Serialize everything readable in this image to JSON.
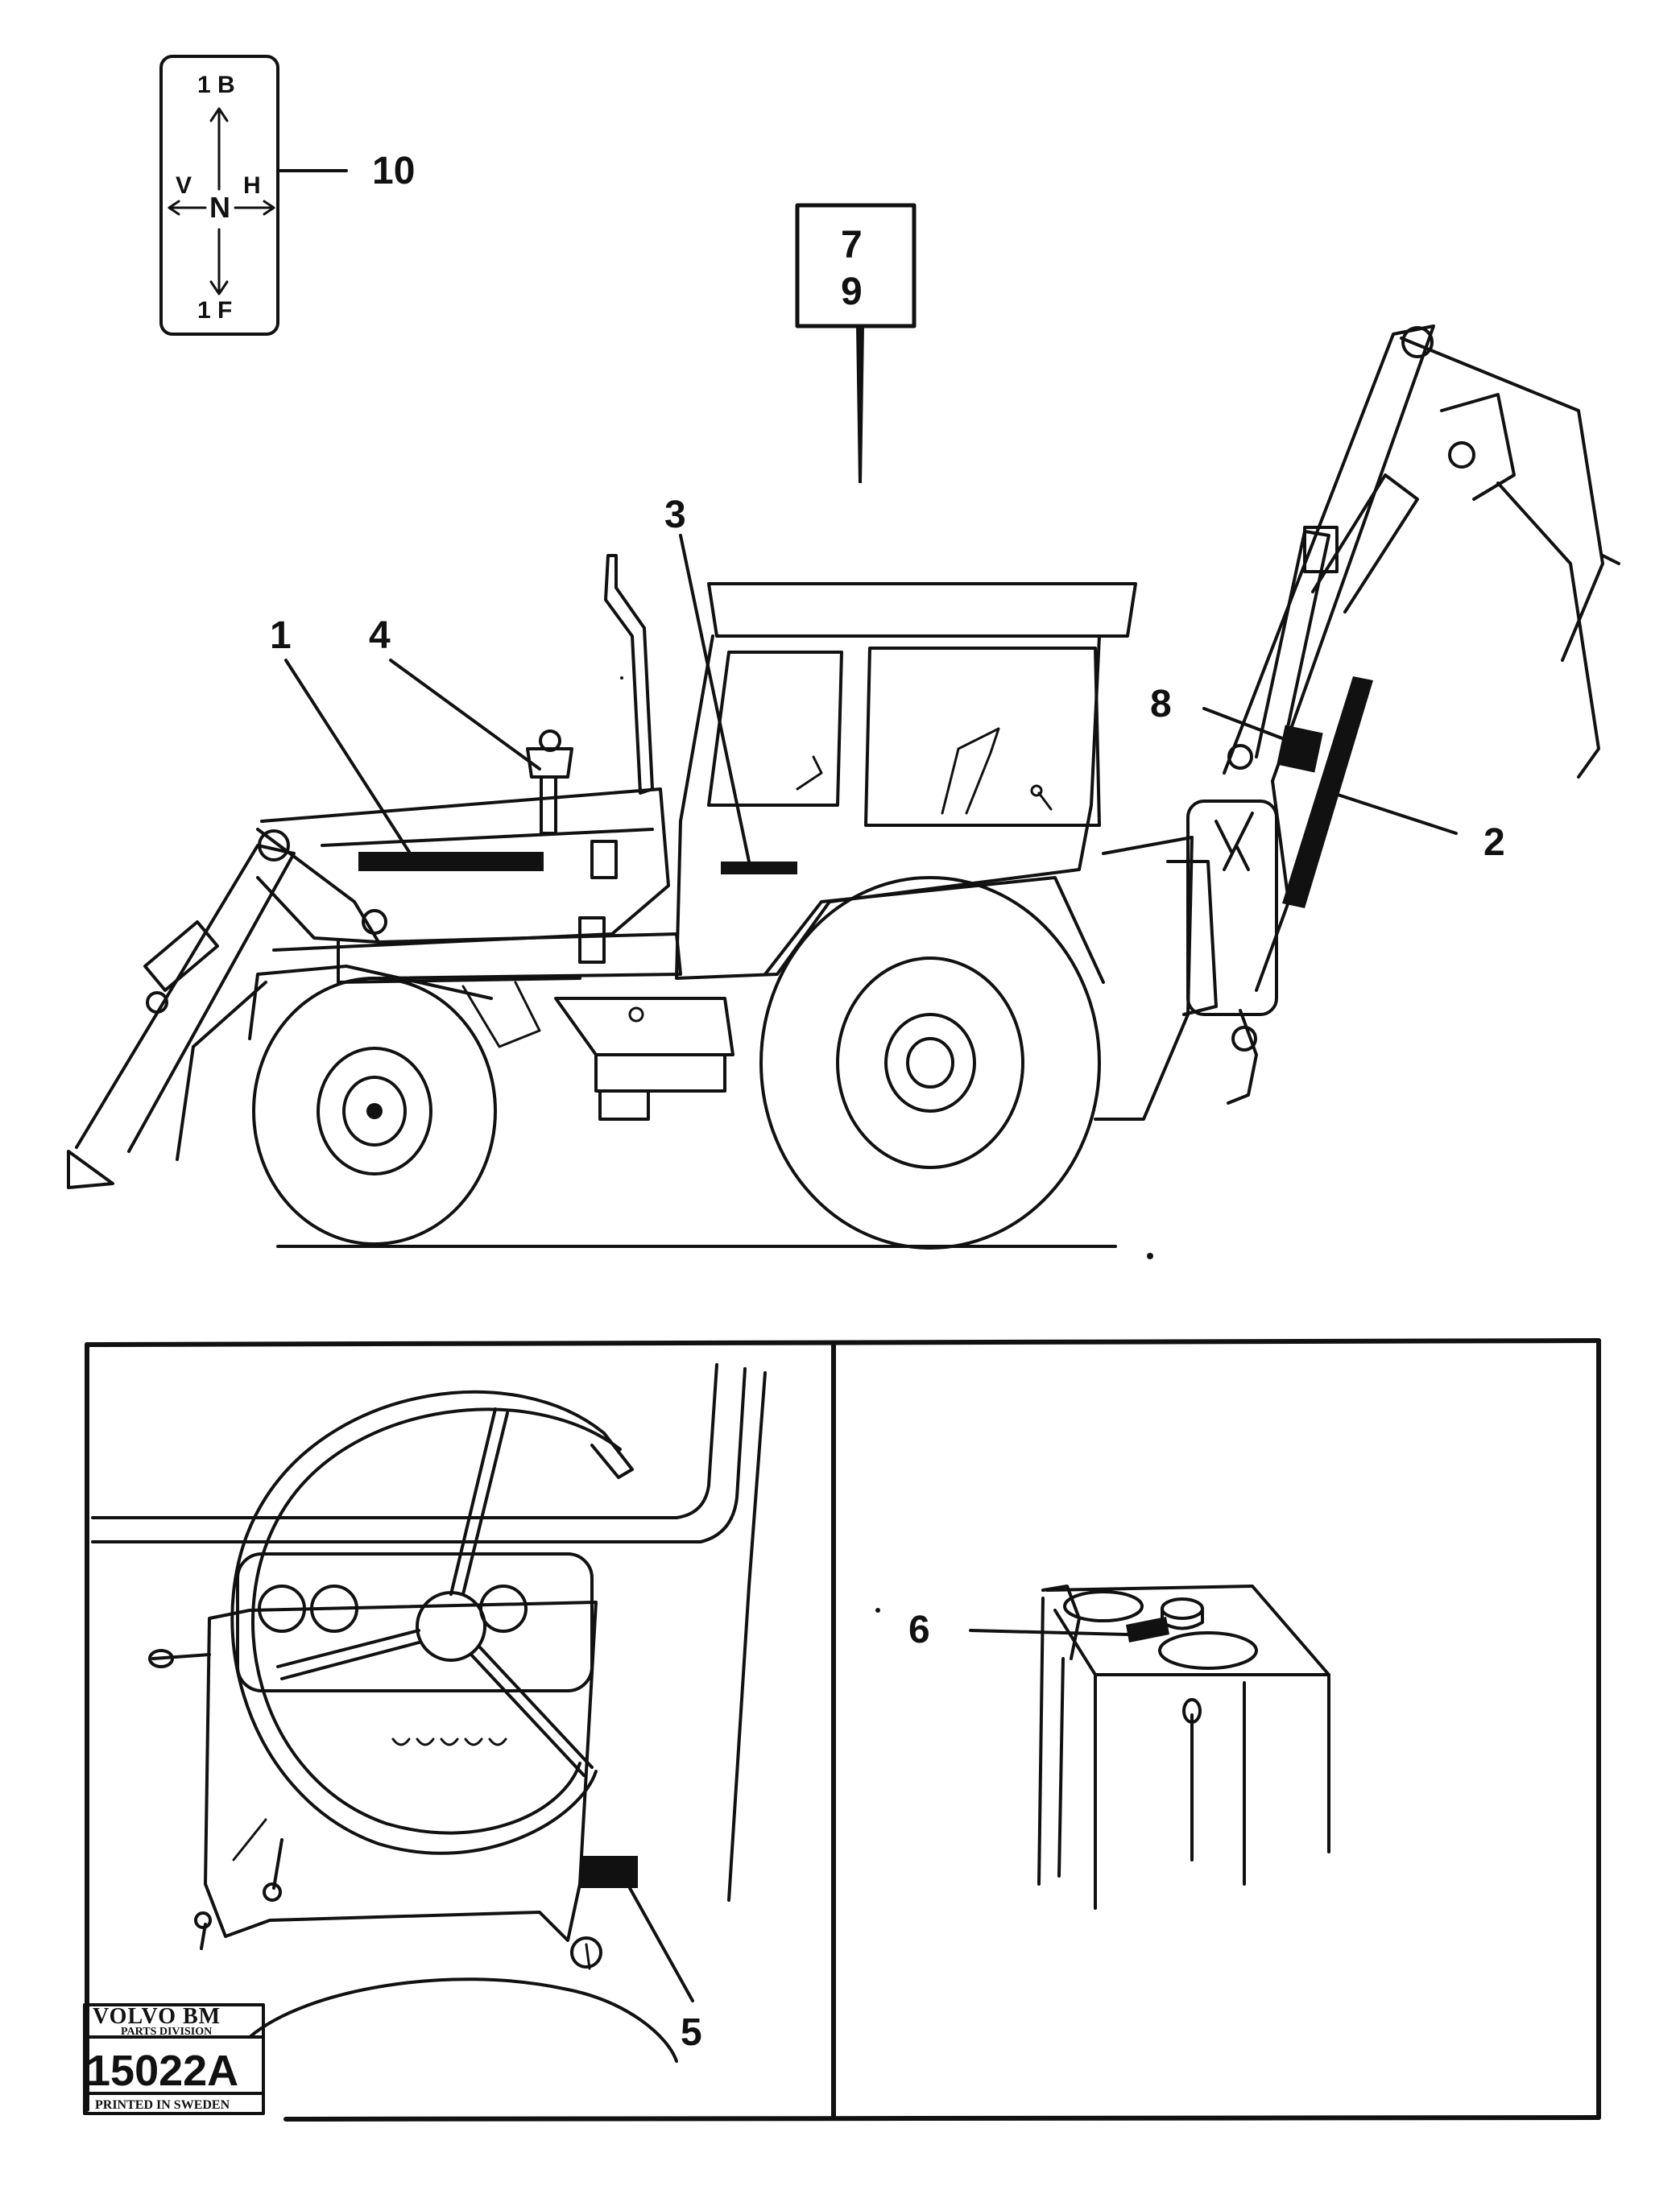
{
  "gear_diagram": {
    "top": "1 B",
    "bottom": "1 F",
    "left": "V",
    "right": "H",
    "center": "N"
  },
  "callouts": {
    "c1": "1",
    "c2": "2",
    "c3": "3",
    "c4": "4",
    "c5": "5",
    "c6": "6",
    "c8": "8",
    "c10": "10",
    "box_top": "7",
    "box_bottom": "9"
  },
  "stamp": {
    "brand": "VOLVO BM",
    "division": "PARTS DIVISION",
    "code": "15022A",
    "printed": "PRINTED IN SWEDEN"
  },
  "colors": {
    "ink": "#111111",
    "paper": "#ffffff"
  }
}
